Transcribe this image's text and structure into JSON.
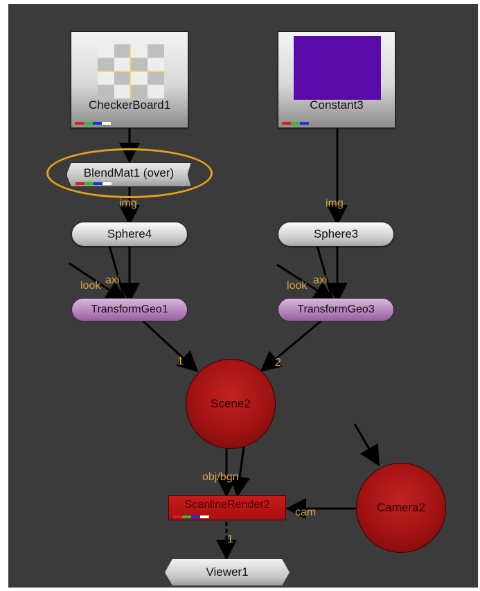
{
  "graph": {
    "nodes": {
      "checkerboard": {
        "label": "CheckerBoard1",
        "chips": [
          "#e21b1b",
          "#25c22a",
          "#1b32e0",
          "#ffffff"
        ]
      },
      "constant": {
        "label": "Constant3",
        "swatch_color": "#5a0aa8",
        "chips": [
          "#e21b1b",
          "#25c22a",
          "#1b32e0"
        ]
      },
      "blendmat": {
        "label": "BlendMat1 (over)",
        "chips": [
          "#e21b1b",
          "#25c22a",
          "#1b32e0",
          "#ffffff"
        ]
      },
      "sphere4": {
        "label": "Sphere4"
      },
      "sphere3": {
        "label": "Sphere3"
      },
      "transformgeo1": {
        "label": "TransformGeo1"
      },
      "transformgeo3": {
        "label": "TransformGeo3"
      },
      "scene2": {
        "label": "Scene2"
      },
      "camera2": {
        "label": "Camera2"
      },
      "scanlinerender2": {
        "label": "ScanlineRender2",
        "chips": [
          "#e21b1b",
          "#25c22a",
          "#1b32e0",
          "#ffffff"
        ]
      },
      "viewer1": {
        "label": "Viewer1"
      }
    },
    "edge_labels": {
      "img_left": "img",
      "img_right": "img",
      "look_left": "look",
      "axi_left": "axi",
      "look_right": "look",
      "axi_right": "axi",
      "input_1": "1",
      "input_2": "2",
      "obj_bgn": "obj/bgn",
      "cam": "cam",
      "viewer_input": "1"
    },
    "selection_ring_color": "#e5a21b",
    "background_color": "#3b3b3b"
  }
}
